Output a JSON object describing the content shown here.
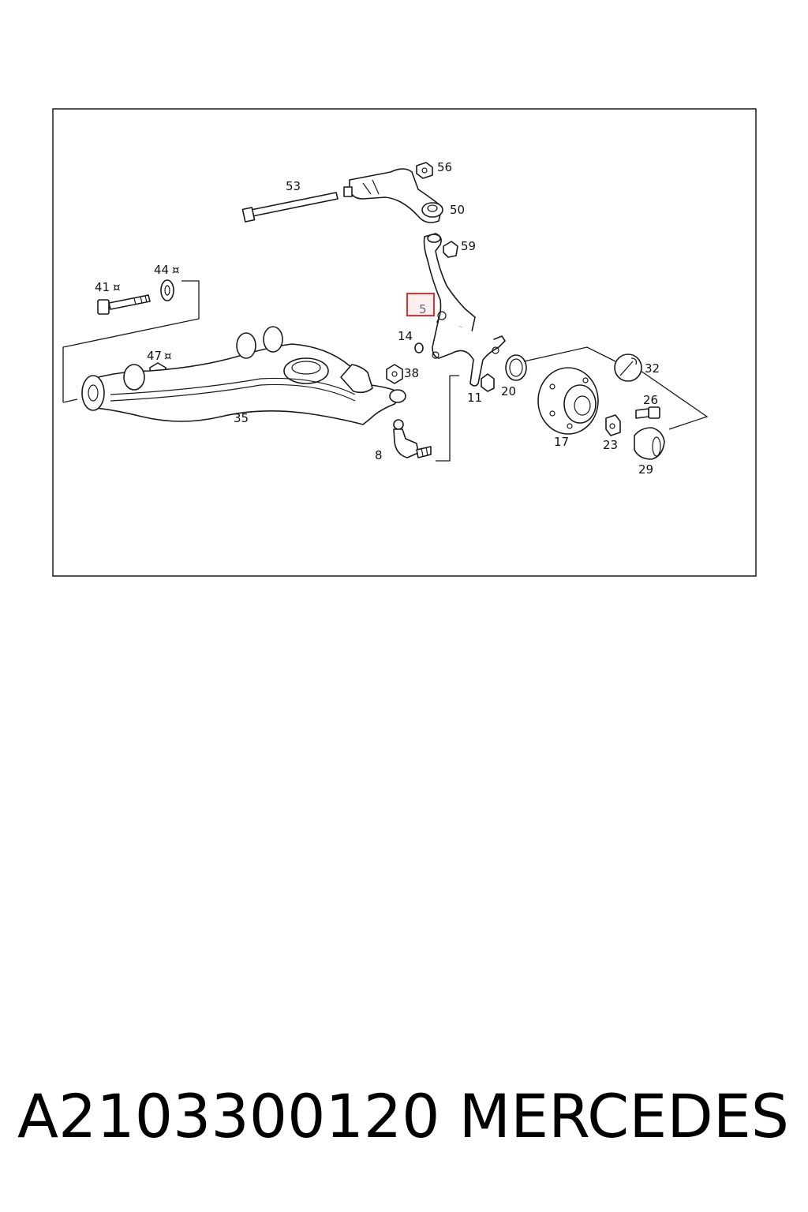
{
  "diagram": {
    "labels": {
      "l53": "53",
      "l56": "56",
      "l50": "50",
      "l59": "59",
      "l44": "44",
      "l41": "41",
      "l47": "47",
      "l14": "14",
      "l5": "5",
      "l38": "38",
      "l35": "35",
      "l8": "8",
      "l11": "11",
      "l20": "20",
      "l17": "17",
      "l32": "32",
      "l26": "26",
      "l23": "23",
      "l29": "29"
    },
    "marker_symbol": "¤",
    "highlighted_part": "5",
    "highlight_color": "#e03030"
  },
  "footer": {
    "part_number": "A2103300120",
    "brand": "MERCEDES"
  }
}
